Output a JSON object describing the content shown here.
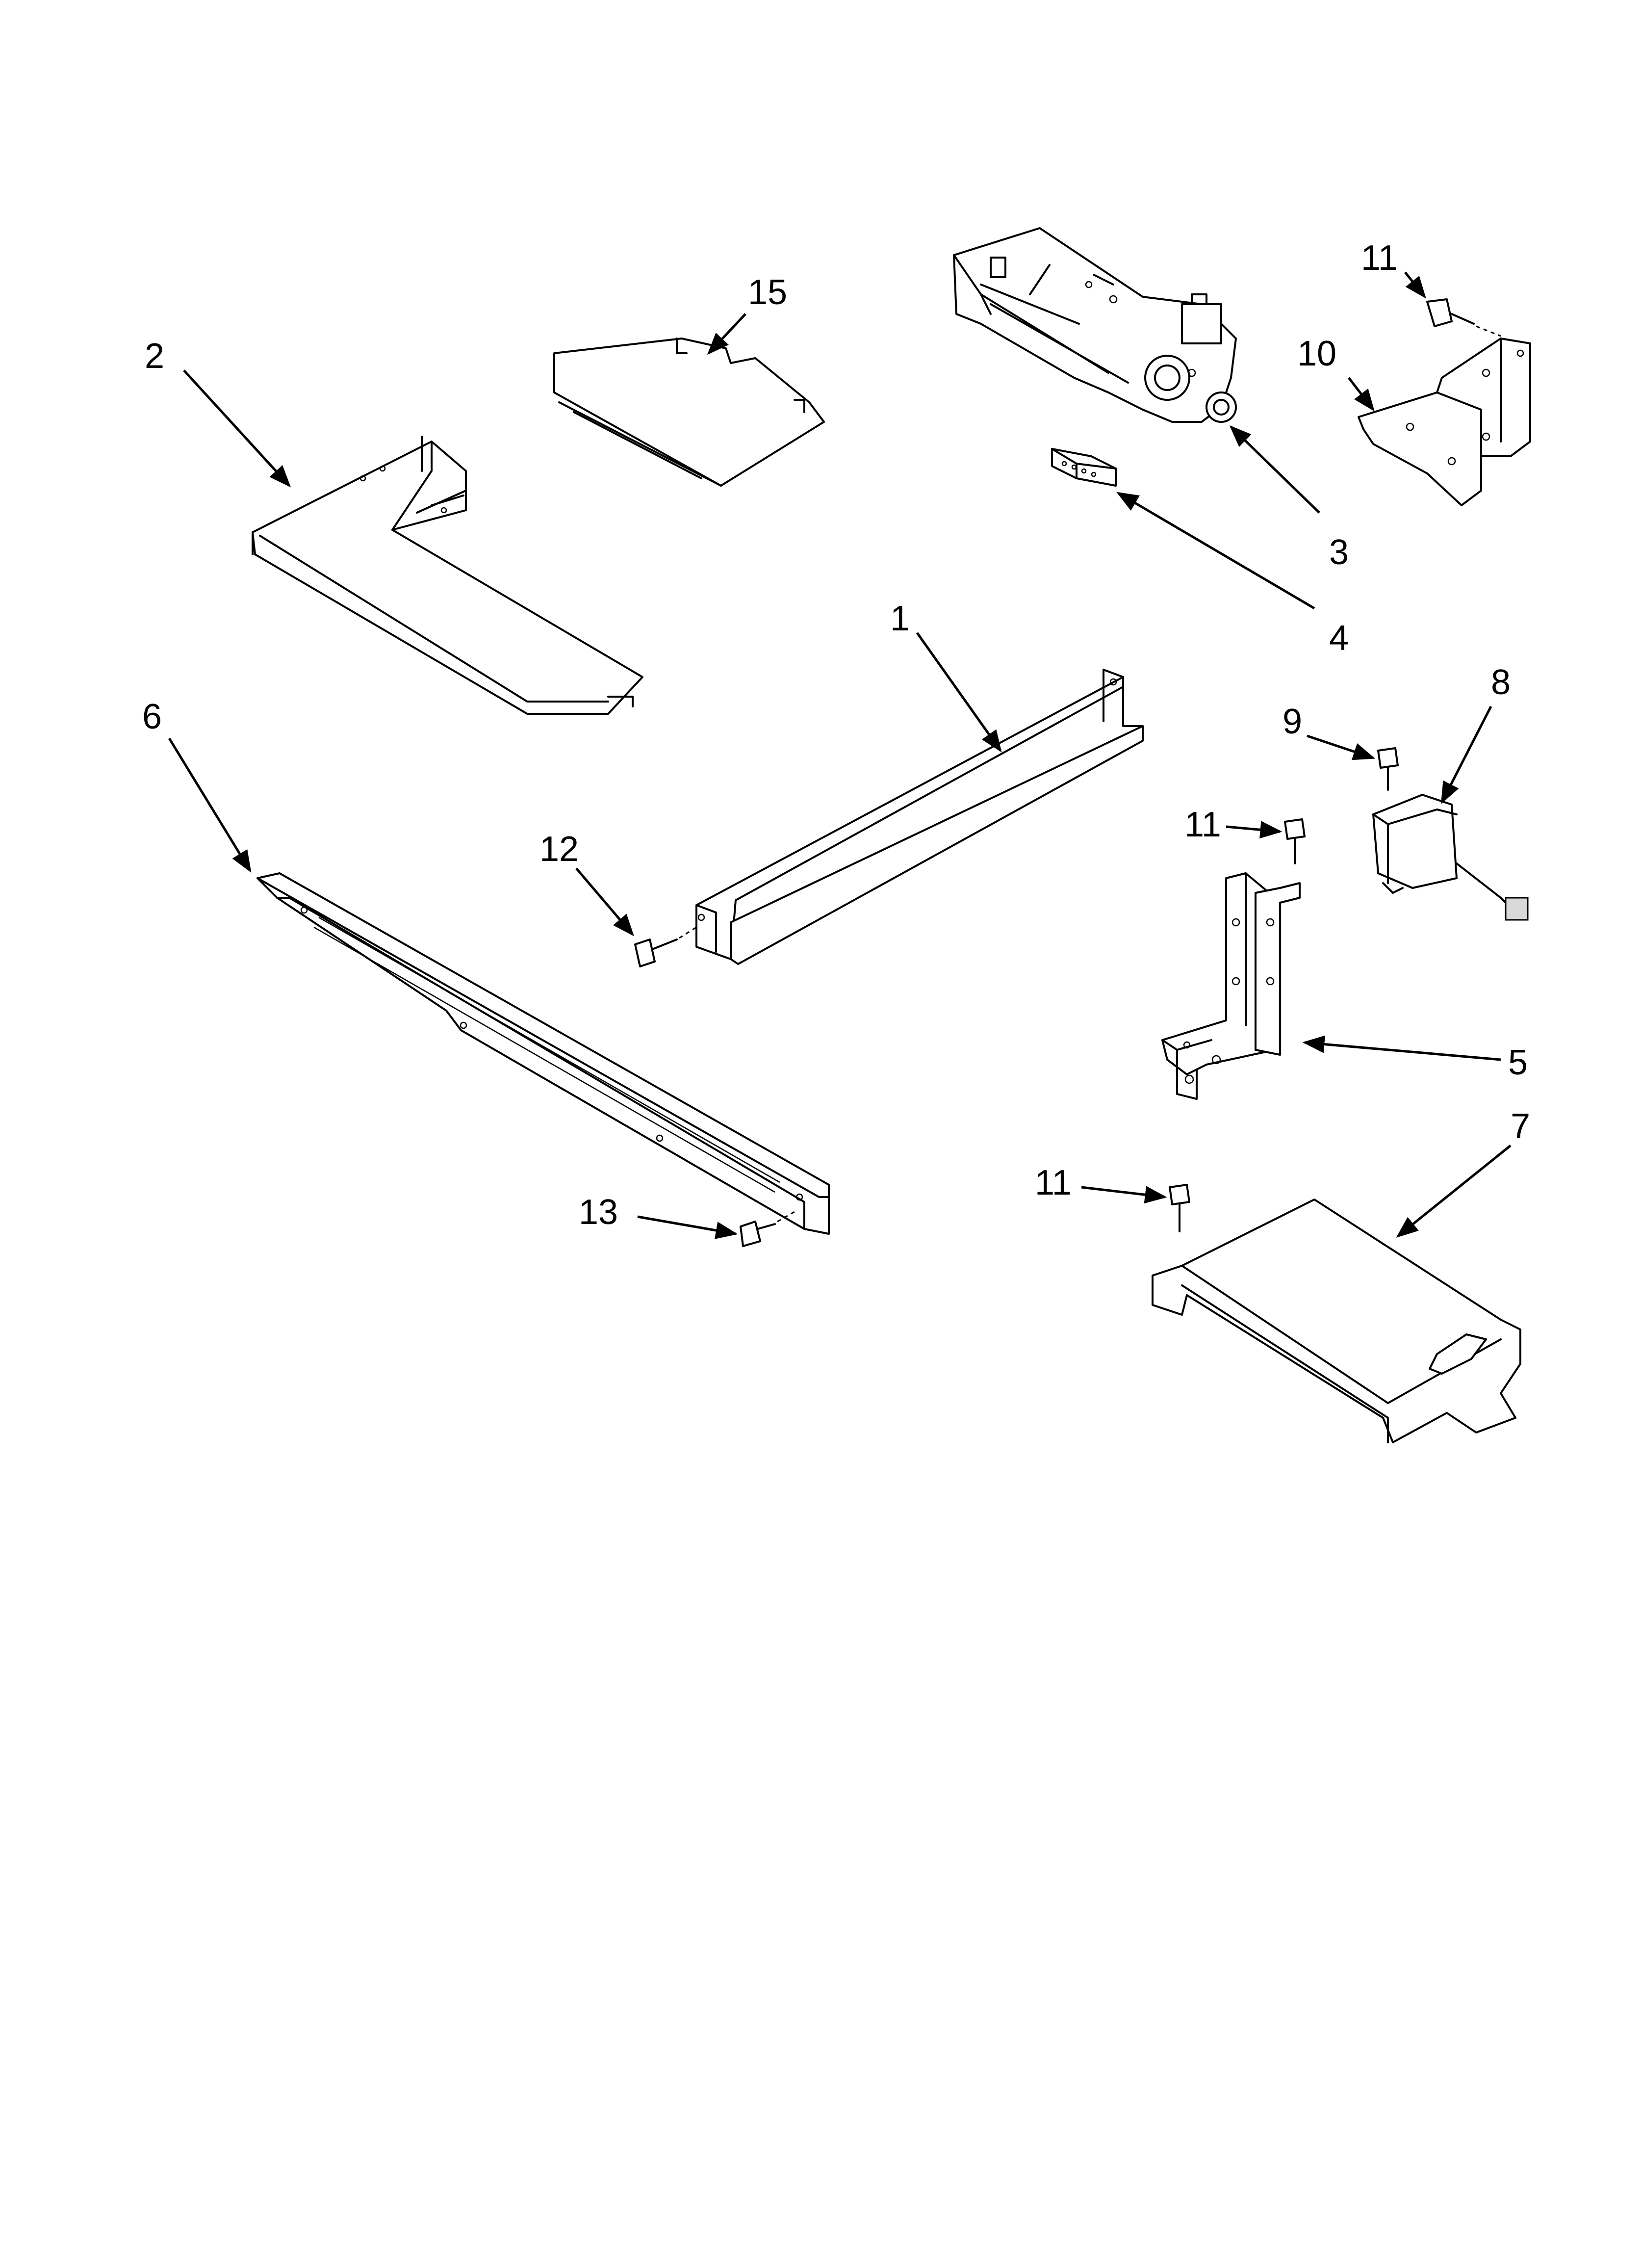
{
  "callouts": {
    "c1": "1",
    "c2": "2",
    "c3": "3",
    "c4": "4",
    "c5": "5",
    "c6": "6",
    "c7": "7",
    "c8": "8",
    "c9": "9",
    "c10": "10",
    "c11_top": "11",
    "c11_mid": "11",
    "c11_low": "11",
    "c12": "12",
    "c13": "13",
    "c15": "15"
  }
}
